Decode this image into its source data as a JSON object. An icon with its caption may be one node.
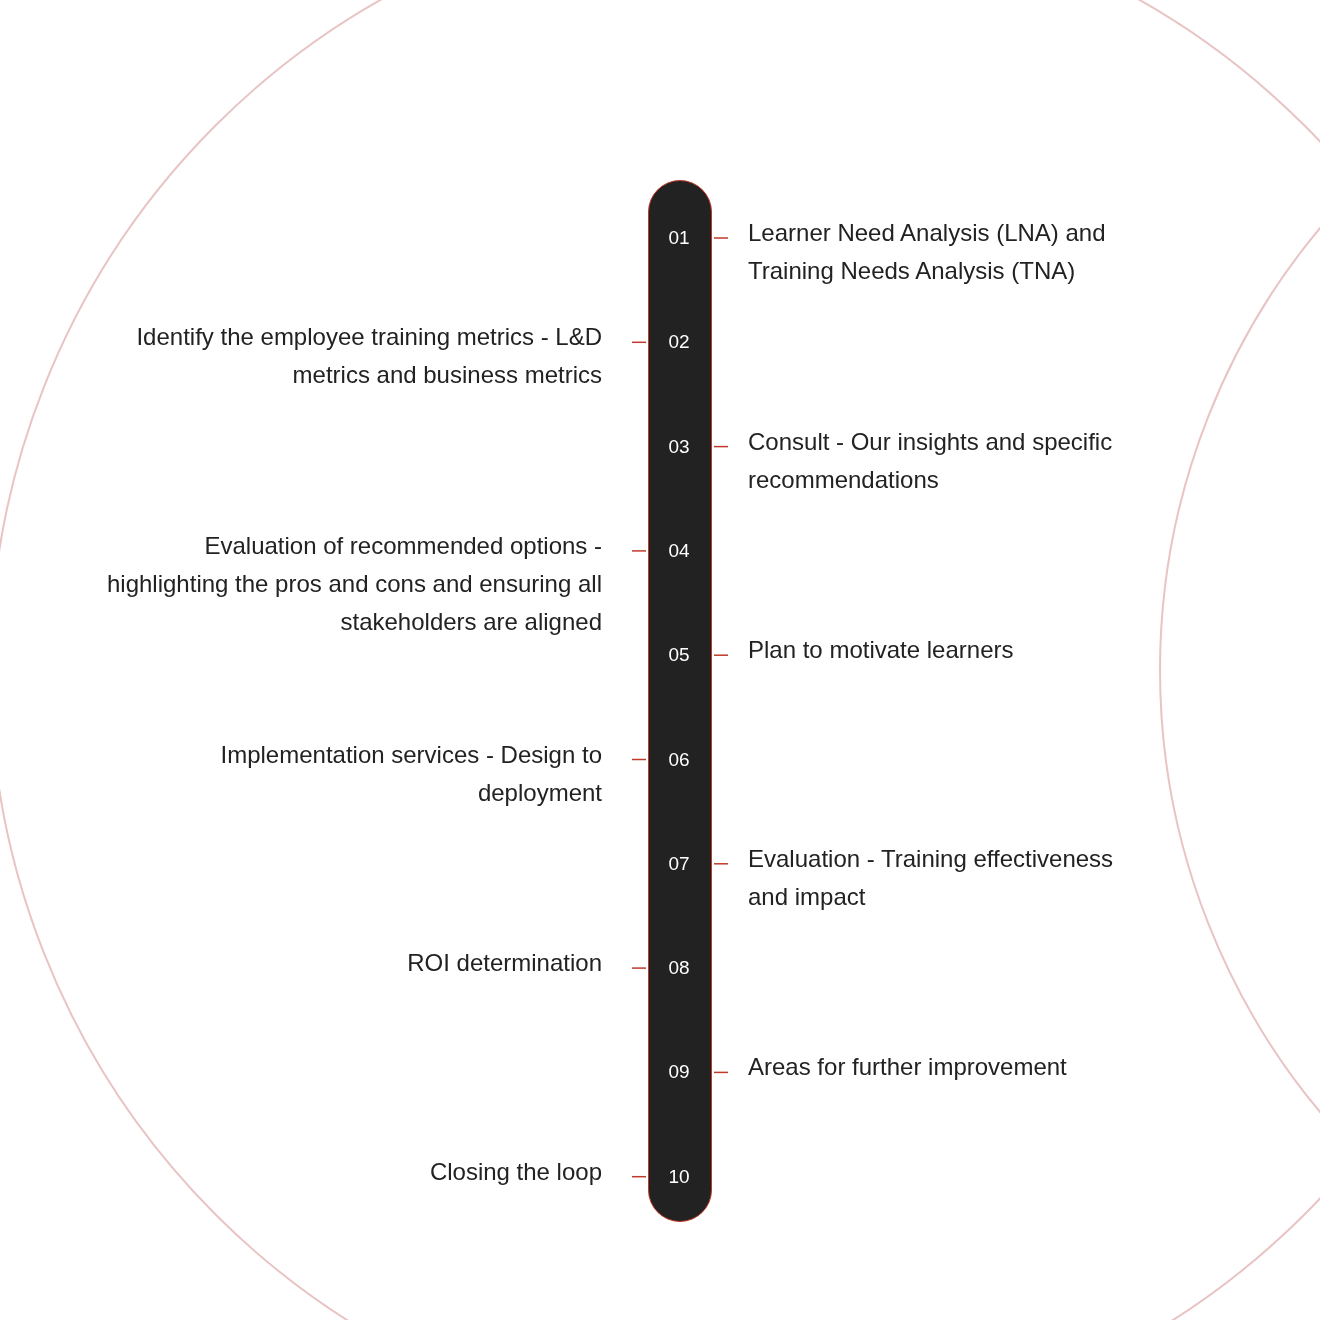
{
  "diagram": {
    "nodes": [
      {
        "text": [],
        "shape": "bar"
      },
      {
        "text": [
          "01"
        ],
        "in": 0
      },
      {
        "text": [
          "02"
        ],
        "in": 0
      },
      {
        "text": [
          "03"
        ],
        "in": 0
      },
      {
        "text": [
          "04"
        ],
        "in": 0
      },
      {
        "text": [
          "05"
        ],
        "in": 0
      },
      {
        "text": [
          "06"
        ],
        "in": 0
      },
      {
        "text": [
          "07"
        ],
        "in": 0
      },
      {
        "text": [
          "08"
        ],
        "in": 0
      },
      {
        "text": [
          "09"
        ],
        "in": 0
      },
      {
        "text": [
          "10"
        ],
        "in": 0
      },
      {
        "text": [
          "Learner Need Analysis (LNA) and Training Needs Analysis (TNA)"
        ]
      },
      {
        "text": [
          "Identify the employee training metrics - L&D metrics and business metrics"
        ]
      },
      {
        "text": [
          "Consult - Our insights and specific recommendations"
        ]
      },
      {
        "text": [
          "Evaluation of recommended options - highlighting the pros and cons and ensuring all stakeholders are aligned"
        ]
      },
      {
        "text": [
          "Plan to motivate learners"
        ]
      },
      {
        "text": [
          "Implementation services - Design to deployment"
        ]
      },
      {
        "text": [
          "Evaluation - Training effectiveness and impact"
        ]
      },
      {
        "text": [
          "ROI determination"
        ]
      },
      {
        "text": [
          "Areas for further improvement"
        ]
      },
      {
        "text": [
          "Closing the loop"
        ]
      }
    ],
    "edges": [
      {
        "from": 11,
        "to": 1,
        "arrow": "none"
      },
      {
        "from": 12,
        "to": 2,
        "arrow": "none"
      },
      {
        "from": 13,
        "to": 3,
        "arrow": "none"
      },
      {
        "from": 14,
        "to": 4,
        "arrow": "none"
      },
      {
        "from": 15,
        "to": 5,
        "arrow": "none"
      },
      {
        "from": 16,
        "to": 6,
        "arrow": "none"
      },
      {
        "from": 17,
        "to": 7,
        "arrow": "none"
      },
      {
        "from": 18,
        "to": 8,
        "arrow": "none"
      },
      {
        "from": 19,
        "to": 9,
        "arrow": "none"
      },
      {
        "from": 20,
        "to": 10,
        "arrow": "none"
      }
    ]
  }
}
